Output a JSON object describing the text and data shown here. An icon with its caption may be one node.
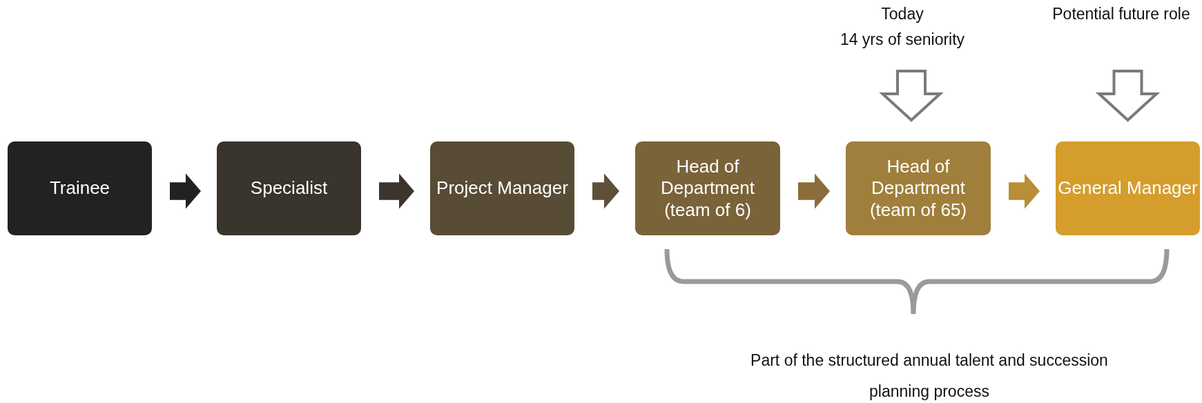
{
  "diagram": {
    "nodes": [
      {
        "text": [
          "Trainee"
        ]
      },
      {
        "text": [
          "Specialist"
        ]
      },
      {
        "text": [
          "Project Manager"
        ]
      },
      {
        "text": [
          "Head of Department",
          "(team of 6)"
        ]
      },
      {
        "text": [
          "Head of Department",
          "(team of 65)"
        ]
      },
      {
        "text": [
          "General Manager"
        ]
      },
      {
        "text": [
          "Today",
          "14 yrs of seniority"
        ]
      },
      {
        "text": [
          "Potential future role"
        ]
      }
    ],
    "edges": [
      {
        "from": 0,
        "to": 1,
        "arrow": "to",
        "style": "thick",
        "color": "#222222"
      },
      {
        "from": 1,
        "to": 2,
        "arrow": "to",
        "style": "thick",
        "color": "#3b352d"
      },
      {
        "from": 2,
        "to": 3,
        "arrow": "to",
        "style": "thick",
        "color": "#5e5038"
      },
      {
        "from": 3,
        "to": 4,
        "arrow": "to",
        "style": "thick",
        "color": "#8a6d3a"
      },
      {
        "from": 4,
        "to": 5,
        "arrow": "to",
        "style": "thick",
        "color": "#b88e36"
      },
      {
        "from": 6,
        "to": 4,
        "arrow": "to",
        "style": "thick"
      },
      {
        "from": 7,
        "to": 5,
        "arrow": "to",
        "style": "thick"
      }
    ],
    "labels": [
      "Part of the structured annual talent and succession planning process"
    ]
  }
}
